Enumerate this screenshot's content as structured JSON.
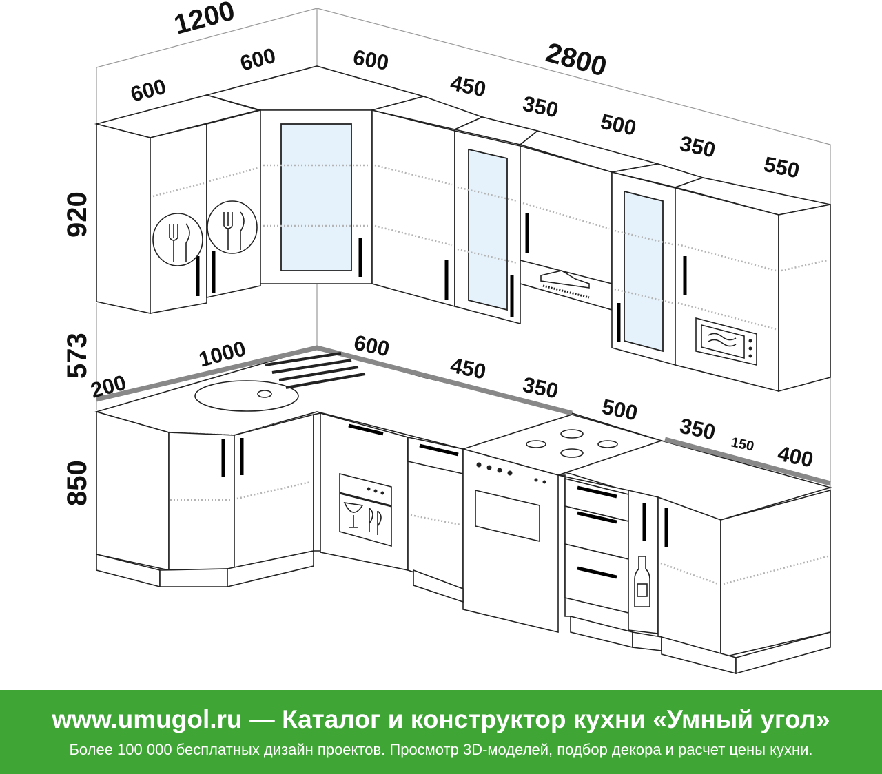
{
  "drawing": {
    "dimensions": {
      "upper_left_total": "1200",
      "upper_main_total": "2800",
      "upper_left_a": "600",
      "upper_left_b": "600",
      "upper_corner": "600",
      "upper_450": "450",
      "upper_350_a": "350",
      "upper_500": "500",
      "upper_350_b": "350",
      "upper_550": "550",
      "height_upper": "920",
      "height_gap": "573",
      "height_lower": "850",
      "lower_200": "200",
      "lower_1000": "1000",
      "lower_600": "600",
      "lower_450": "450",
      "lower_350_a": "350",
      "lower_500": "500",
      "lower_350_b": "350",
      "lower_150": "150",
      "lower_400": "400"
    },
    "icons": [
      "cutlery-icon",
      "cutlery-icon",
      "range-hood-icon",
      "microwave-icon",
      "sink-icon",
      "gas-hob-icon",
      "oven-icon",
      "dishwasher-icon",
      "bottle-icon"
    ]
  },
  "footer": {
    "title": "www.umugol.ru — Каталог и конструктор кухни «Умный угол»",
    "subtitle": "Более 100 000 бесплатных дизайн проектов. Просмотр 3D-моделей, подбор декора и расчет цены кухни.",
    "background": "#3fa535"
  }
}
